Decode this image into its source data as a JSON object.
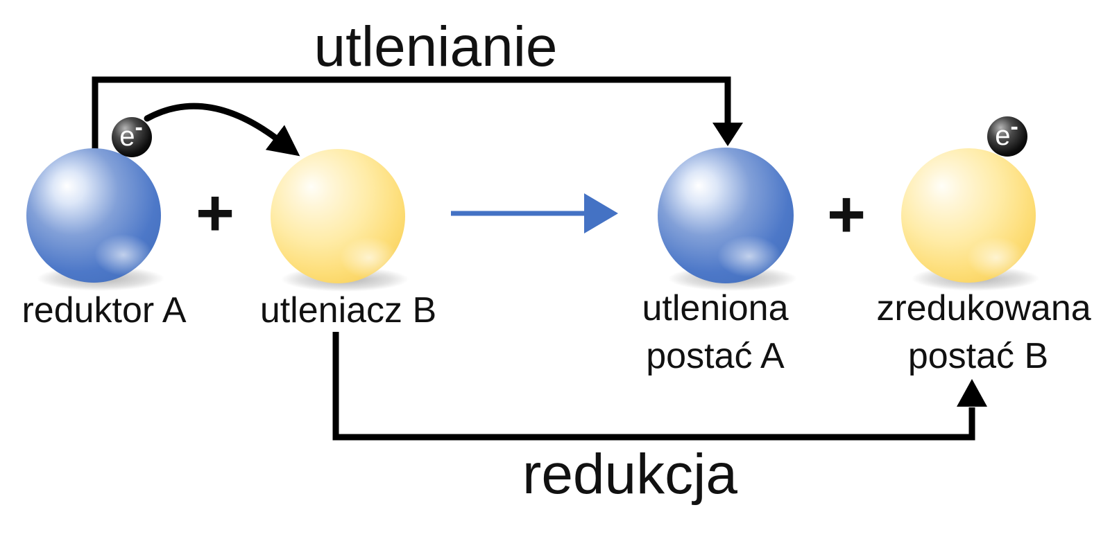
{
  "diagram": {
    "background": "#ffffff",
    "oxidation_label": "utlenianie",
    "reduction_label": "redukcja",
    "plus": "+",
    "electron": {
      "symbol": "e",
      "superscript": "-"
    },
    "reactants": [
      {
        "label": "reduktor A",
        "color_name": "blue",
        "color": "#4472C4",
        "has_electron": true
      },
      {
        "label": "utleniacz B",
        "color_name": "yellow",
        "color": "#FFD966",
        "has_electron": false
      }
    ],
    "products": [
      {
        "label_line1": "utleniona",
        "label_line2": "postać A",
        "color_name": "blue",
        "color": "#4472C4",
        "has_electron": false
      },
      {
        "label_line1": "zredukowana",
        "label_line2": "postać B",
        "color_name": "yellow",
        "color": "#FFD966",
        "has_electron": true
      }
    ],
    "colors": {
      "arrow_black": "#000000",
      "arrow_blue": "#4472C4",
      "text": "#111111"
    }
  }
}
